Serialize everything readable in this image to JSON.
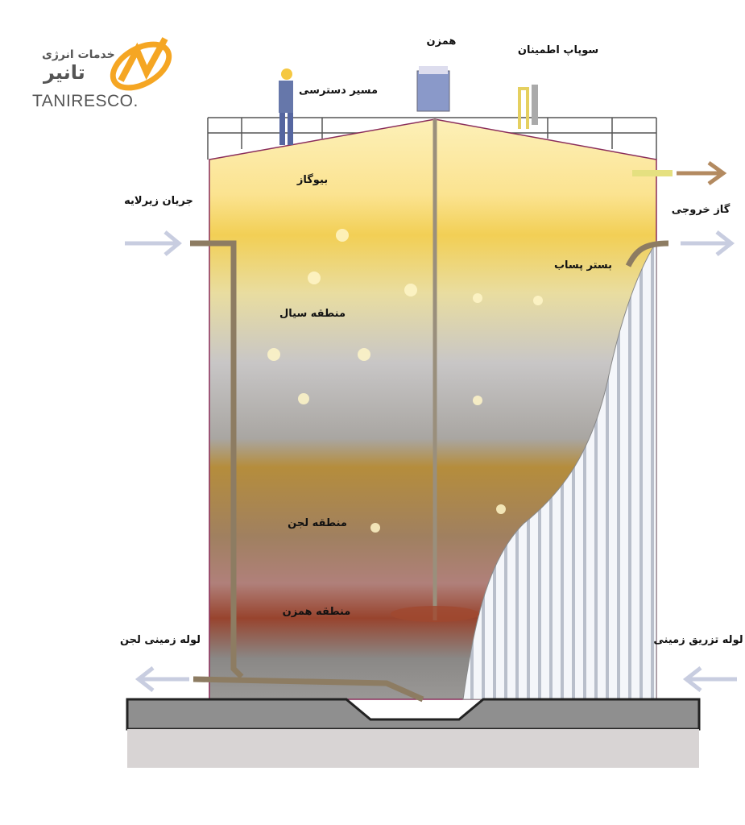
{
  "logo": {
    "line1": "خدمات انرژی",
    "line2": "تانیر",
    "english": "TANIRESCO.",
    "accent": "#f5a623"
  },
  "labels": {
    "access_path": "مسیر دسترسی",
    "mixer_top": "همزن",
    "safety_valve": "سوپاپ اطمینان",
    "biogas": "بیوگاز",
    "substrate_flow": "جریان زیرلایه",
    "gas_outlet": "گاز خروجی",
    "effluent_bed": "بستر پساب",
    "liquid_zone": "منطقه سیال",
    "sludge_zone": "منطقه لجن",
    "mixing_zone": "منطقه همزن",
    "sludge_floor_pipe": "لوله زمینی لجن",
    "floor_injection_pipe": "لوله تزریق زمینی"
  },
  "colors": {
    "biogas": "#fde9a0",
    "liquid": "#c9c7c4",
    "sludge": "#b8903a",
    "mixing": "#9c4a30",
    "roof": "#8a2d5a"
  }
}
